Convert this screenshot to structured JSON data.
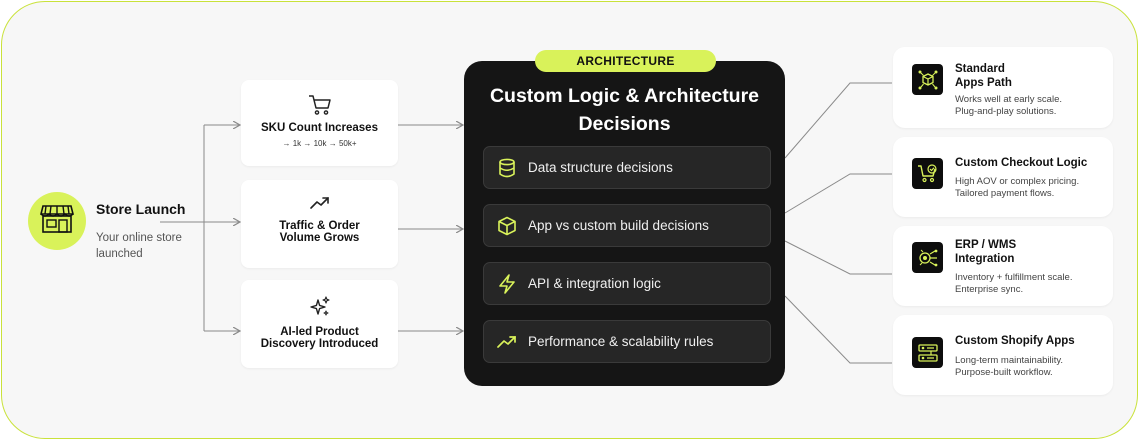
{
  "start": {
    "title": "Store Launch",
    "subtitle": "Your online store launched",
    "icon": "storefront-icon"
  },
  "growth_factors": [
    {
      "title": "SKU Count Increases",
      "subtitle": "→ 1k → 10k → 50k+",
      "icon": "cart-icon"
    },
    {
      "title_line1": "Traffic & Order",
      "title_line2": "Volume Grows",
      "icon": "trend-up-icon"
    },
    {
      "title_line1": "AI-led Product",
      "title_line2": "Discovery Introduced",
      "icon": "sparkles-icon"
    }
  ],
  "architecture": {
    "badge": "ARCHITECTURE",
    "title_line1": "Custom Logic & Architecture",
    "title_line2": "Decisions",
    "items": [
      {
        "label": "Data structure decisions",
        "icon": "database-icon"
      },
      {
        "label": "App vs custom build decisions",
        "icon": "cube-icon"
      },
      {
        "label": "API & integration logic",
        "icon": "lightning-icon"
      },
      {
        "label": "Performance & scalability rules",
        "icon": "trend-up-icon"
      }
    ]
  },
  "outcomes": [
    {
      "title_line1": "Standard",
      "title_line2": "Apps Path",
      "desc_line1": "Works well at early scale.",
      "desc_line2": "Plug-and-play solutions.",
      "icon": "network-cube-icon"
    },
    {
      "title_line1": "Custom Checkout Logic",
      "desc_line1": "High AOV or complex pricing.",
      "desc_line2": "Tailored payment flows.",
      "icon": "checkout-cart-icon"
    },
    {
      "title_line1": "ERP / WMS",
      "title_line2": "Integration",
      "desc_line1": "Inventory + fulfillment scale.",
      "desc_line2": "Enterprise sync.",
      "icon": "integration-icon"
    },
    {
      "title_line1": "Custom Shopify Apps",
      "desc_line1": "Long-term maintainability.",
      "desc_line2": "Purpose-built workflow.",
      "icon": "apps-icon"
    }
  ],
  "colors": {
    "accent": "#d9f25a",
    "dark_panel": "#151515",
    "border": "#c9e23a"
  }
}
